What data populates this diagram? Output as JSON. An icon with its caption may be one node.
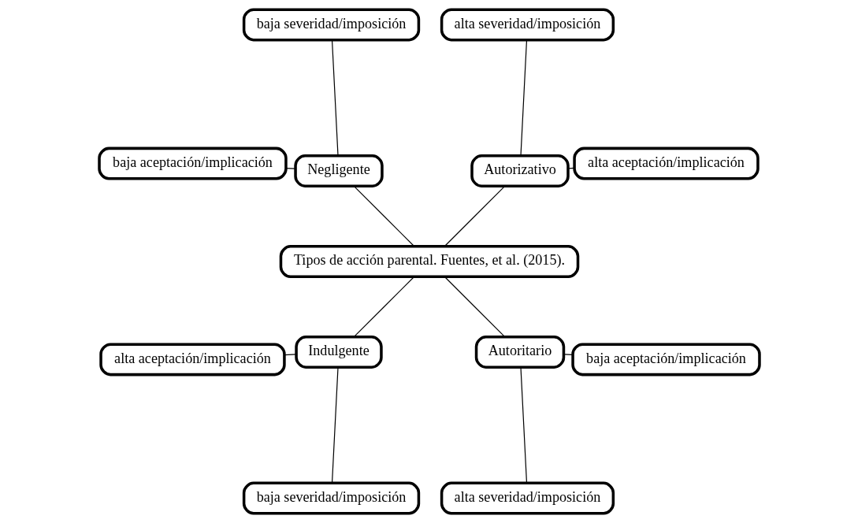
{
  "diagram": {
    "nodes": [
      {
        "text": [
          "Tipos de acción parental. Fuentes, et al. (2015)."
        ]
      },
      {
        "text": [
          "Autorizativo"
        ]
      },
      {
        "text": [
          "alta aceptación/implicación"
        ]
      },
      {
        "text": [
          "alta severidad/imposición"
        ]
      },
      {
        "text": [
          "Negligente"
        ]
      },
      {
        "text": [
          "baja severidad/imposición"
        ]
      },
      {
        "text": [
          "baja aceptación/implicación"
        ]
      },
      {
        "text": [
          "Indulgente"
        ]
      },
      {
        "text": [
          "alta aceptación/implicación"
        ]
      },
      {
        "text": [
          "baja severidad/imposición"
        ]
      },
      {
        "text": [
          "Autoritario"
        ]
      },
      {
        "text": [
          "alta severidad/imposición"
        ]
      },
      {
        "text": [
          "baja aceptación/implicación"
        ]
      }
    ],
    "edges": [
      {
        "from": 0,
        "to": 1,
        "arrow": "none"
      },
      {
        "from": 1,
        "to": 2,
        "arrow": "none"
      },
      {
        "from": 1,
        "to": 3,
        "arrow": "none"
      },
      {
        "from": 0,
        "to": 4,
        "arrow": "none"
      },
      {
        "from": 4,
        "to": 5,
        "arrow": "none"
      },
      {
        "from": 4,
        "to": 6,
        "arrow": "none"
      },
      {
        "from": 0,
        "to": 7,
        "arrow": "none"
      },
      {
        "from": 7,
        "to": 8,
        "arrow": "none"
      },
      {
        "from": 7,
        "to": 9,
        "arrow": "none"
      },
      {
        "from": 0,
        "to": 10,
        "arrow": "none"
      },
      {
        "from": 10,
        "to": 11,
        "arrow": "none"
      },
      {
        "from": 10,
        "to": 12,
        "arrow": "none"
      }
    ]
  }
}
